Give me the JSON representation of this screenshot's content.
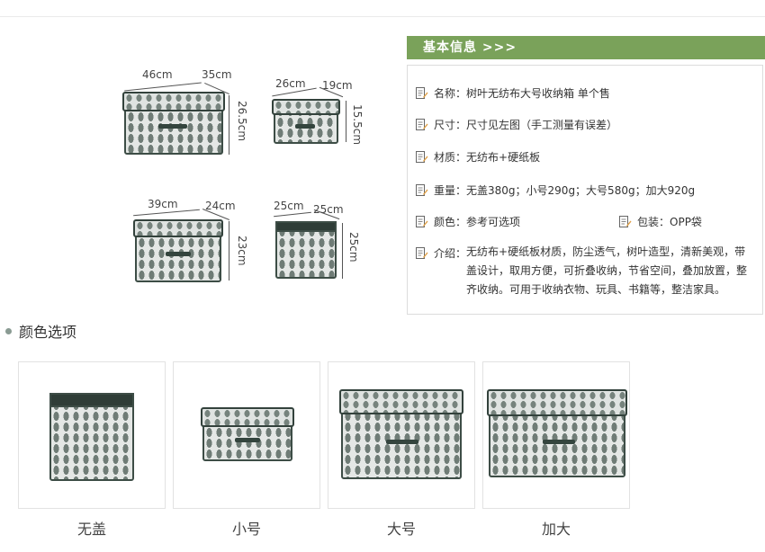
{
  "info": {
    "header": "基本信息 >>>",
    "rows": [
      {
        "key": "名称：",
        "value": "树叶无纺布大号收纳箱  单个售"
      },
      {
        "key": "尺寸：",
        "value": "尺寸见左图（手工测量有误差）"
      },
      {
        "key": "材质：",
        "value": "无纺布+硬纸板"
      },
      {
        "key": "重量：",
        "value": "无盖380g；小号290g；大号580g；加大920g"
      },
      {
        "key": "颜色：",
        "value": "参考可选项"
      },
      {
        "key": "介绍：",
        "value": "无纺布+硬纸板材质，防尘透气，树叶造型，清新美观，带盖设计，取用方便，可折叠收纳，节省空间，叠加放置，整齐收纳。可用于收纳衣物、玩具、书籍等，整洁家具。"
      }
    ],
    "packing": {
      "key": "包装：",
      "value": "OPP袋"
    }
  },
  "dimensions": {
    "large": {
      "w": "46cm",
      "d": "35cm",
      "h": "26.5cm"
    },
    "small": {
      "w": "26cm",
      "d": "19cm",
      "h": "15.5cm"
    },
    "big": {
      "w": "39cm",
      "d": "24cm",
      "h": "23cm"
    },
    "nolid": {
      "w": "25cm",
      "d": "25cm",
      "h": "25cm"
    }
  },
  "options": {
    "title": "颜色选项",
    "items": [
      "无盖",
      "小号",
      "大号",
      "加大"
    ]
  },
  "colors": {
    "accent": "#7aa25a",
    "box_trim": "#3d4d46"
  }
}
